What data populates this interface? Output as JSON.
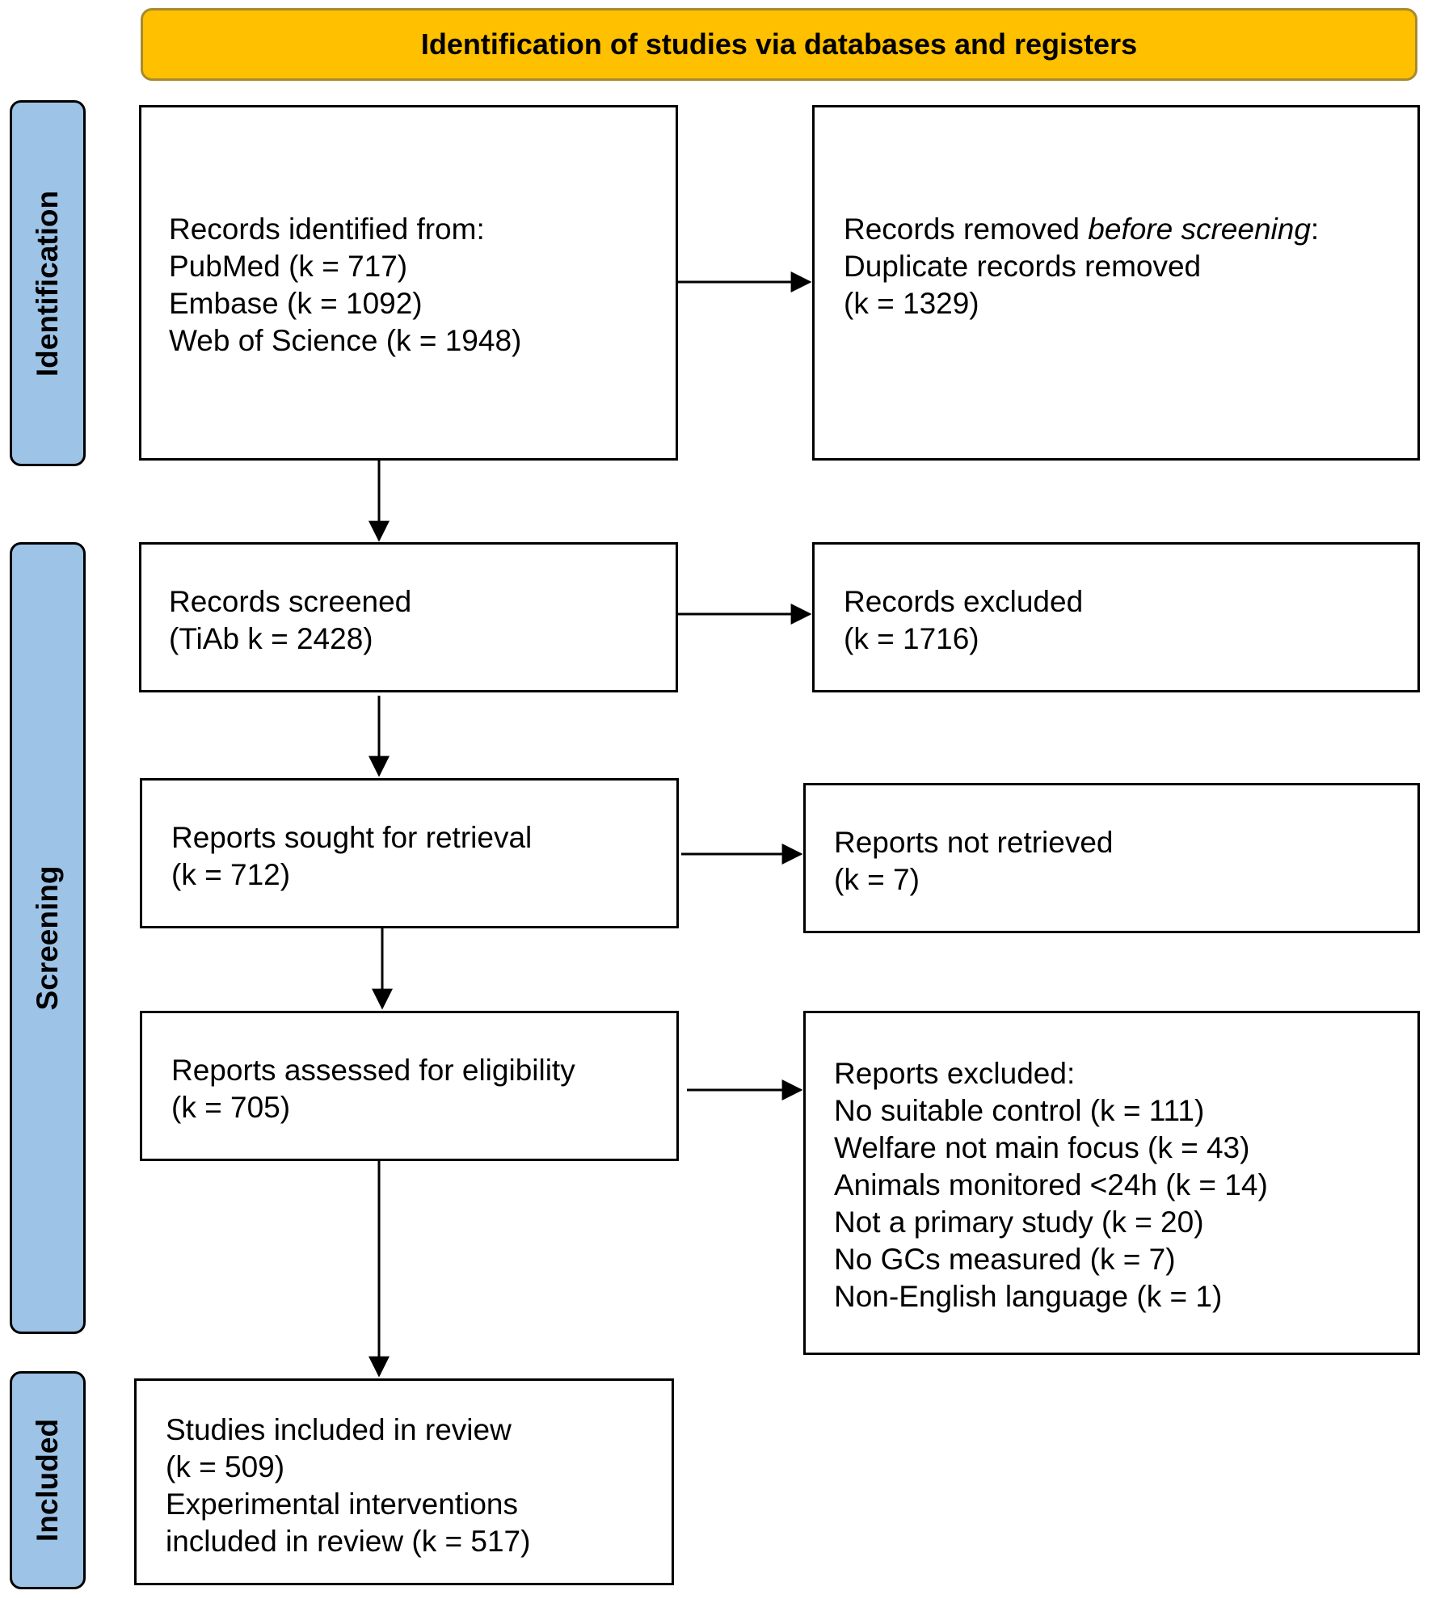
{
  "header": {
    "title": "Identification of studies via databases and registers"
  },
  "phases": {
    "identification": "Identification",
    "screening": "Screening",
    "included": "Included"
  },
  "boxes": {
    "identified": {
      "lines": [
        "Records identified from:",
        "PubMed (k = 717)",
        "Embase (k = 1092)",
        "Web of Science (k = 1948)"
      ]
    },
    "removed": {
      "line1_prefix": "Records removed ",
      "line1_italic": "before screening",
      "line1_suffix": ":",
      "lines": [
        "Duplicate records removed",
        "(k = 1329)"
      ]
    },
    "screened": {
      "lines": [
        "Records screened",
        "(TiAb k = 2428)"
      ]
    },
    "excluded": {
      "lines": [
        "Records excluded",
        "(k = 1716)"
      ]
    },
    "sought": {
      "lines": [
        "Reports sought for retrieval",
        "(k = 712)"
      ]
    },
    "not_retrieved": {
      "lines": [
        "Reports not retrieved",
        "(k = 7)"
      ]
    },
    "assessed": {
      "lines": [
        "Reports assessed for eligibility",
        "(k = 705)"
      ]
    },
    "reports_excluded": {
      "lines": [
        "Reports excluded:",
        "No suitable control (k = 111)",
        "Welfare not main focus (k = 43)",
        "Animals monitored <24h (k = 14)",
        "Not a primary study (k = 20)",
        "No GCs measured (k = 7)",
        "Non-English language (k = 1)"
      ]
    },
    "included": {
      "lines": [
        "Studies included in review",
        "(k = 509)",
        "Experimental interventions",
        "included in review (k = 517)"
      ]
    }
  },
  "colors": {
    "header": "#ffc000",
    "phase": "#9dc3e6",
    "border": "#000000"
  }
}
